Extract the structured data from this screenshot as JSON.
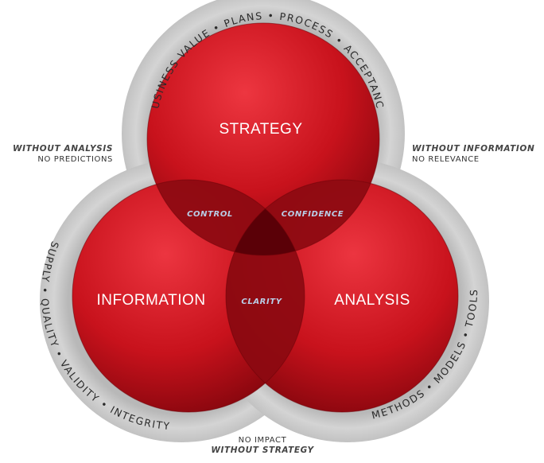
{
  "circles": {
    "strategy": "STRATEGY",
    "information": "INFORMATION",
    "analysis": "ANALYSIS"
  },
  "overlaps": {
    "control": "CONTROL",
    "confidence": "CONFIDENCE",
    "clarity": "CLARITY"
  },
  "rings": {
    "strategy": "BUSINESS VALUE • PLANS • PROCESS • ACCEPTANCE",
    "information": "SUPPLY • QUALITY • VALIDITY • INTEGRITY",
    "analysis": "METHODS • MODELS • TOOLS"
  },
  "notes": {
    "left": {
      "title": "WITHOUT ANALYSIS",
      "text": "NO PREDICTIONS"
    },
    "right": {
      "title": "WITHOUT INFORMATION",
      "text": "NO RELEVANCE"
    },
    "bottom": {
      "text": "NO IMPACT",
      "title": "WITHOUT STRATEGY"
    }
  },
  "colors": {
    "circle_light": "#e8303a",
    "circle_mid": "#c9111c",
    "circle_dark": "#5e0006",
    "overlap": "#8a0a10",
    "center": "#560006",
    "ring": "#c8c8c8",
    "ring_shadow": "#a9a9a9"
  }
}
